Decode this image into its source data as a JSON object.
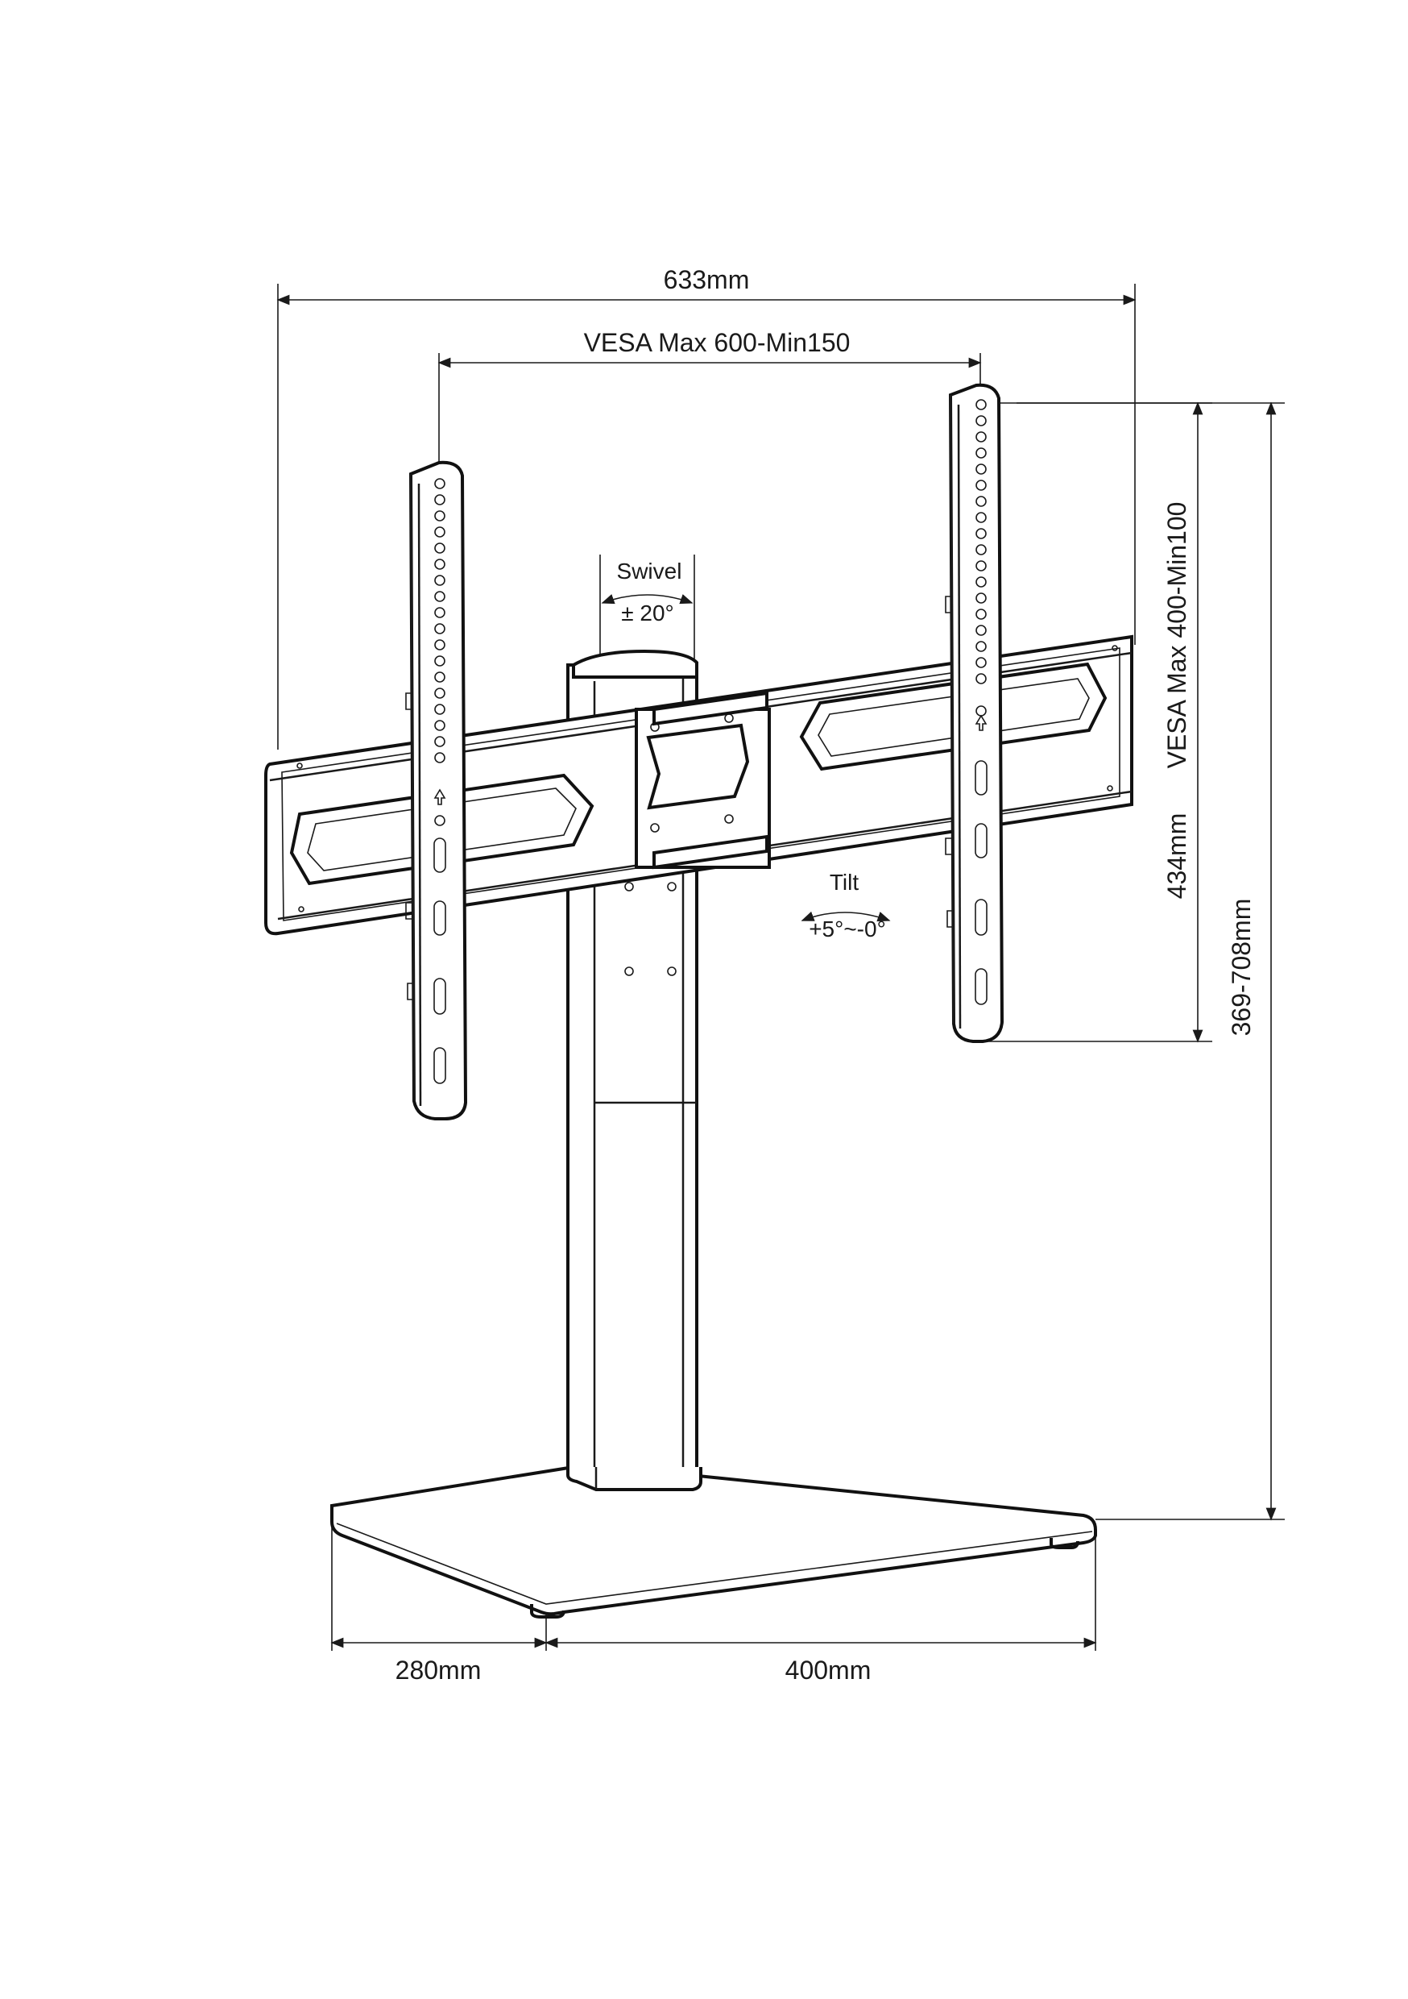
{
  "dimensions": {
    "overall_width": "633mm",
    "vesa_horizontal": "VESA Max 600-Min150",
    "vesa_vertical": "VESA Max 400-Min100",
    "panel_height": "434mm",
    "height_range": "369-708mm",
    "base_depth": "280mm",
    "base_width": "400mm"
  },
  "motion": {
    "swivel_label": "Swivel",
    "swivel_value": "± 20°",
    "tilt_label": "Tilt",
    "tilt_value": "+5°~-0°"
  },
  "colors": {
    "line": "#1a1a1a",
    "background": "#ffffff"
  }
}
